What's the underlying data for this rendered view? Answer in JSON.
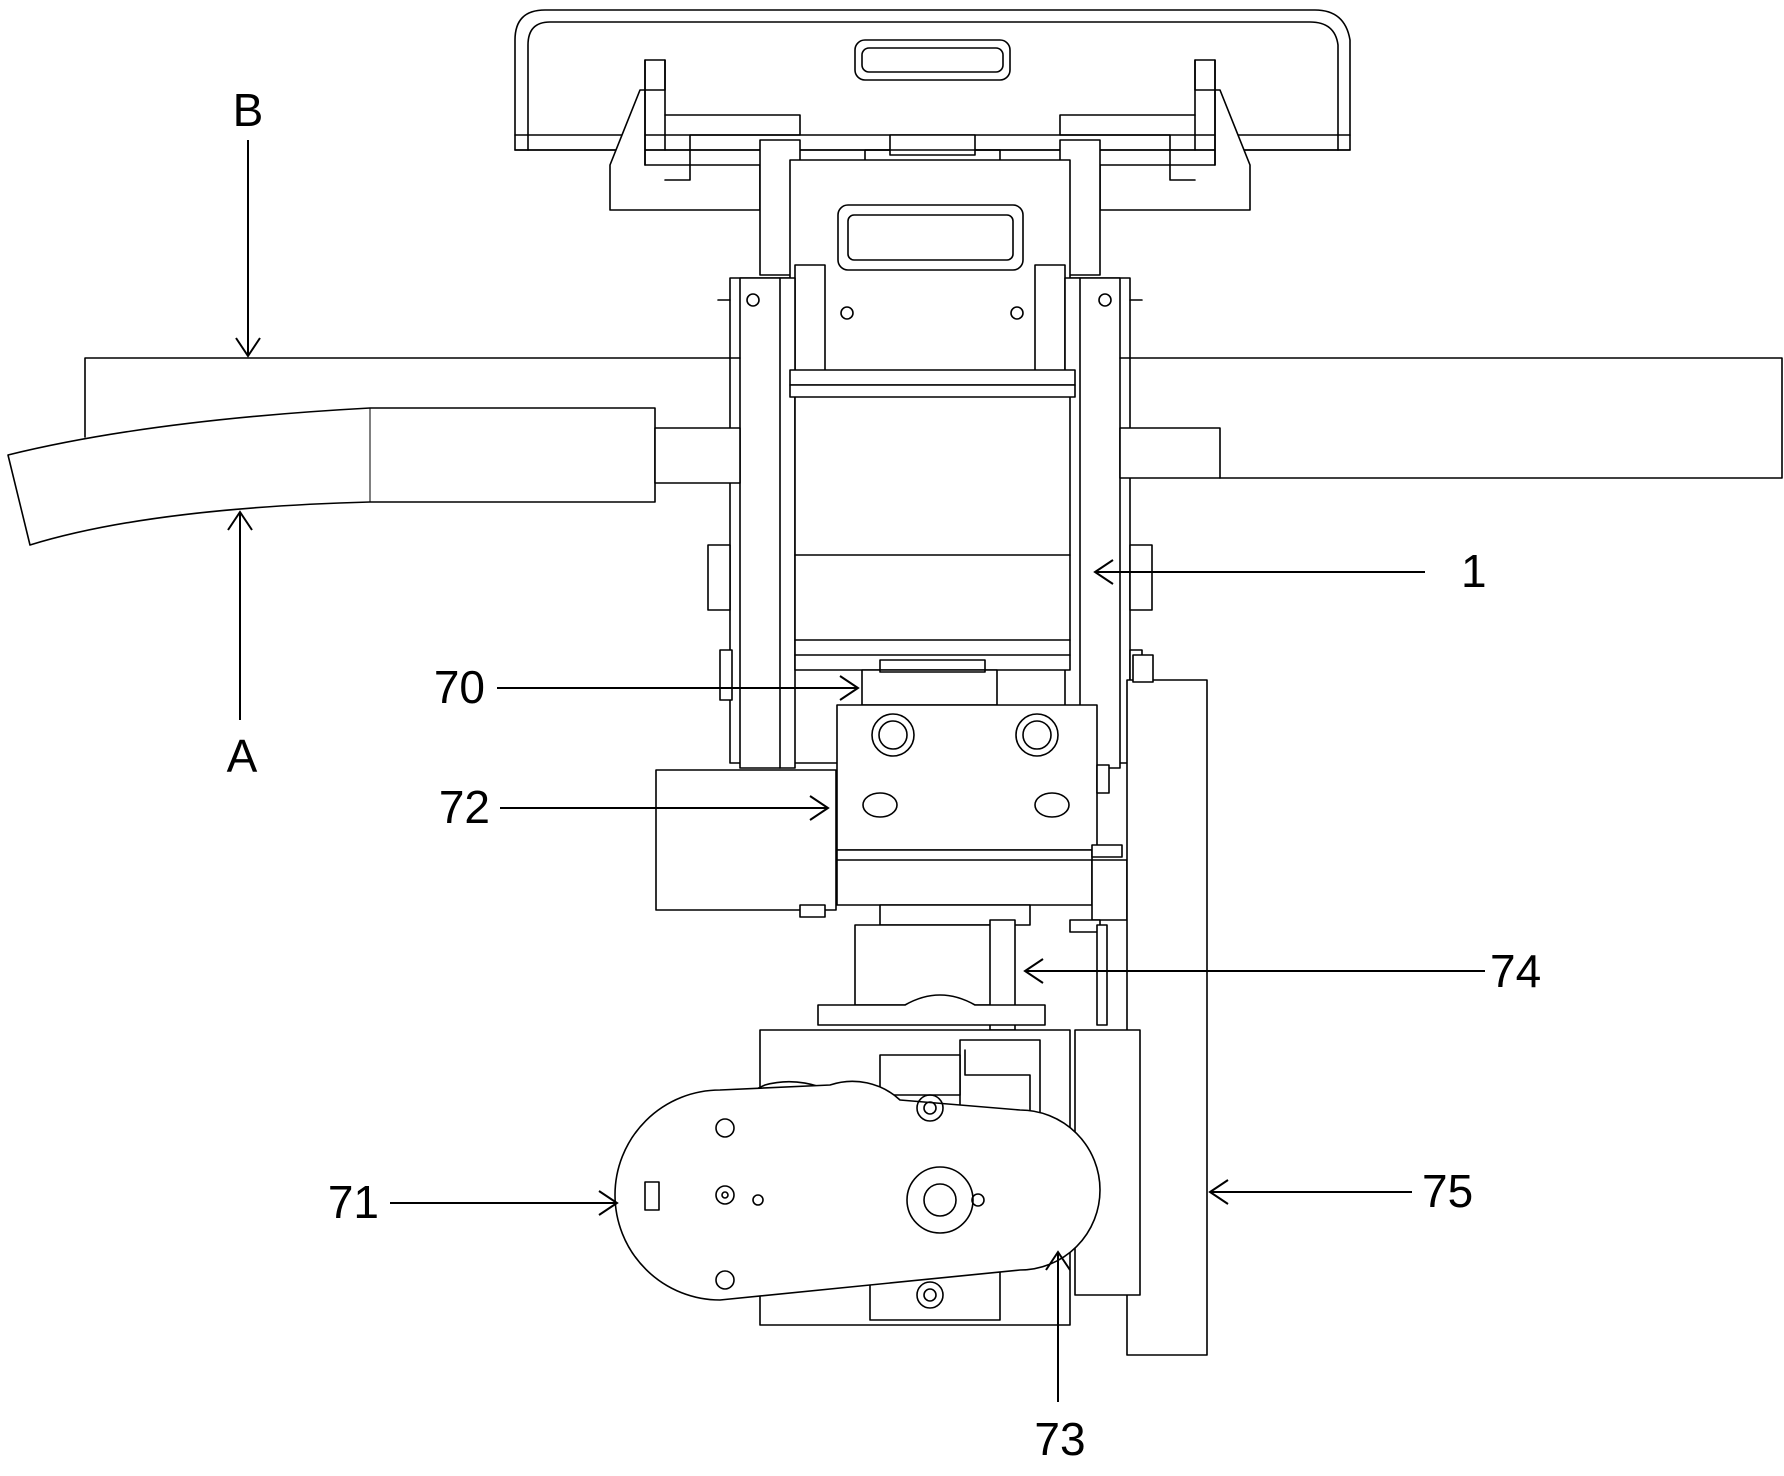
{
  "labels": {
    "B": "B",
    "A": "A",
    "ref_1": "1",
    "ref_70": "70",
    "ref_72": "72",
    "ref_74": "74",
    "ref_71": "71",
    "ref_75": "75",
    "ref_73": "73"
  }
}
